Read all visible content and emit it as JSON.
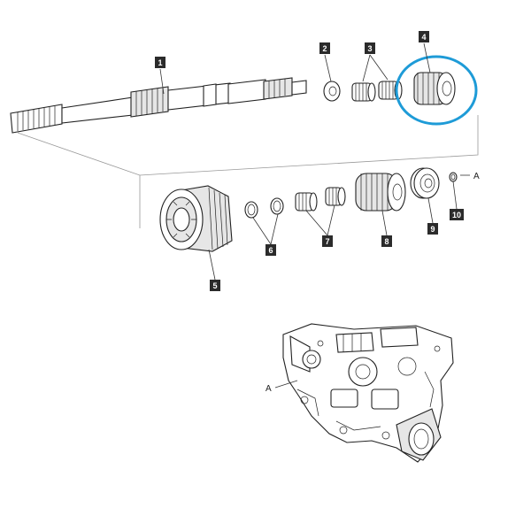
{
  "callouts": [
    "1",
    "2",
    "3",
    "4",
    "5",
    "6",
    "7",
    "8",
    "9",
    "10"
  ],
  "reference_letter": "A",
  "highlight_color": "#1e9bd7"
}
